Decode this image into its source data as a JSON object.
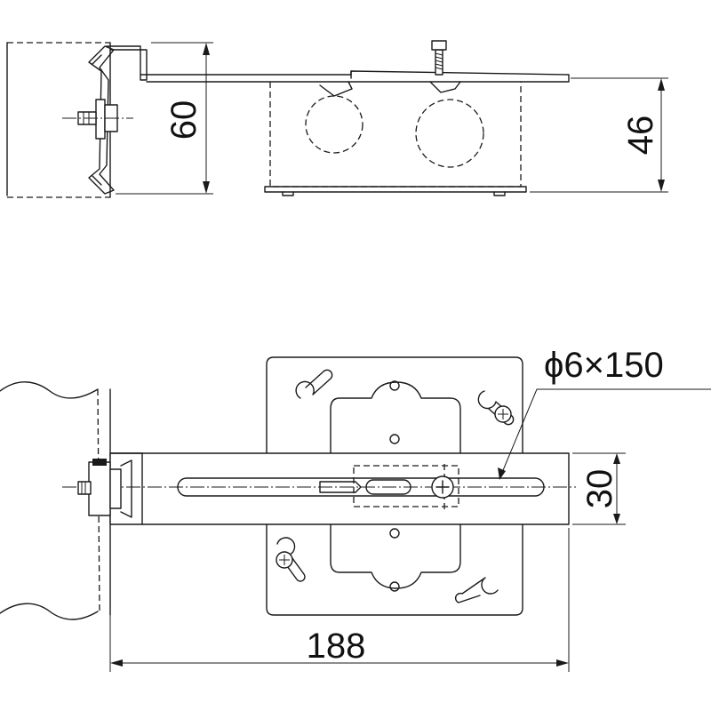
{
  "dimensions": {
    "height_left": "60",
    "height_right": "46",
    "width_slot_bar": "30",
    "overall_length": "188",
    "bolt_spec": "ϕ6×150"
  },
  "colors": {
    "line": "#1a1a1a",
    "background": "#ffffff"
  }
}
